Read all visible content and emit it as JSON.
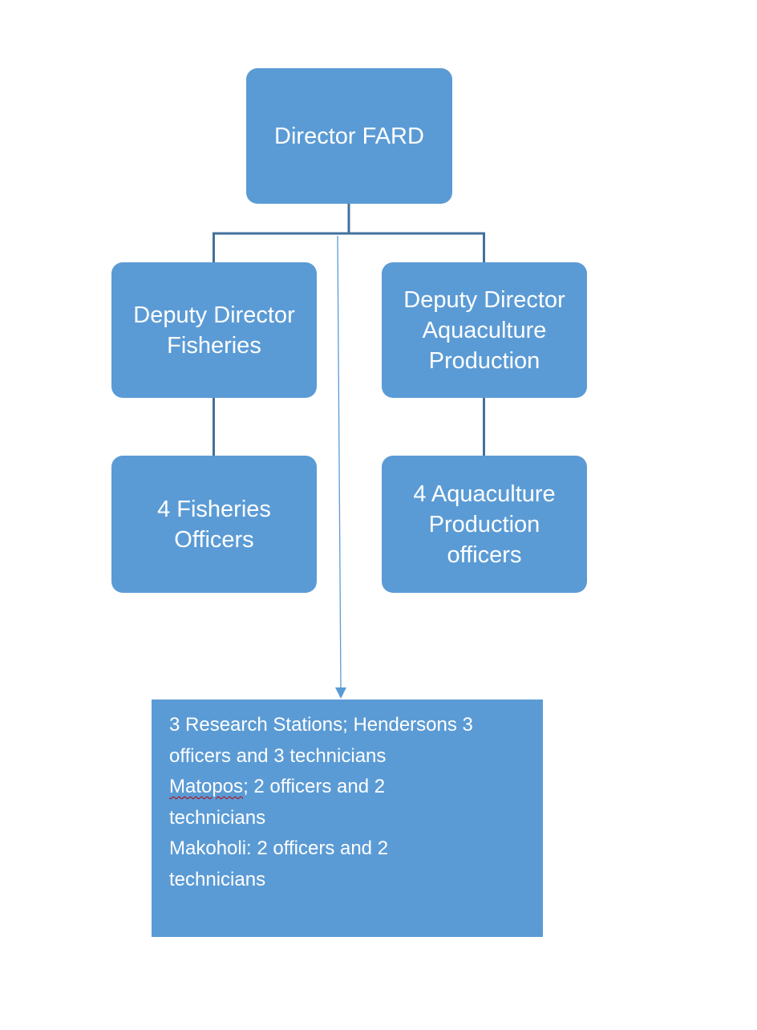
{
  "diagram": {
    "nodes": {
      "director": {
        "lines": [
          "Director FARD"
        ]
      },
      "deputy_fisheries": {
        "lines": [
          "Deputy Director",
          "Fisheries"
        ]
      },
      "deputy_aquaculture": {
        "lines": [
          "Deputy Director",
          "Aquaculture",
          "Production"
        ]
      },
      "fisheries_officers": {
        "lines": [
          "4 Fisheries",
          "Officers"
        ]
      },
      "aquaculture_officers": {
        "lines": [
          "4 Aquaculture",
          "Production",
          "officers"
        ]
      },
      "research_stations": {
        "lines": [
          "3 Research Stations; Hendersons 3",
          "officers and 3 technicians",
          "Matopos; 2 officers and 2",
          "technicians",
          "Makoholi: 2 officers and 2",
          "technicians"
        ],
        "spellcheck_flagged_word": "Matopos"
      }
    },
    "colors": {
      "node_fill": "#5b9bd5",
      "node_text": "#ffffff",
      "connector": "#41719c",
      "arrow": "#5b9bd5"
    }
  }
}
